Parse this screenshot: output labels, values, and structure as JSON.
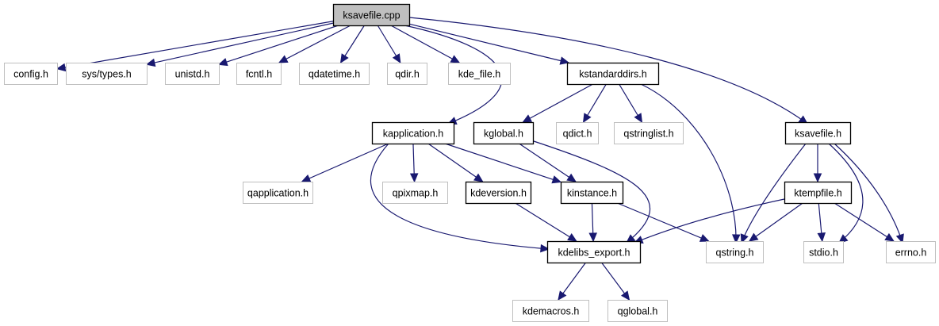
{
  "diagram": {
    "title": "ksavefile.cpp include dependency graph",
    "colors": {
      "edge": "#191970",
      "root_fill": "#bfbfbf",
      "root_border": "#000000",
      "documented_border": "#000000",
      "external_border": "#bfbfbf",
      "node_fill": "#ffffff"
    },
    "nodes": [
      {
        "id": "ksavefile_cpp",
        "label": "ksavefile.cpp",
        "kind": "root"
      },
      {
        "id": "config_h",
        "label": "config.h",
        "kind": "external"
      },
      {
        "id": "sys_types_h",
        "label": "sys/types.h",
        "kind": "external"
      },
      {
        "id": "unistd_h",
        "label": "unistd.h",
        "kind": "external"
      },
      {
        "id": "fcntl_h",
        "label": "fcntl.h",
        "kind": "external"
      },
      {
        "id": "qdatetime_h",
        "label": "qdatetime.h",
        "kind": "external"
      },
      {
        "id": "qdir_h",
        "label": "qdir.h",
        "kind": "external"
      },
      {
        "id": "kde_file_h",
        "label": "kde_file.h",
        "kind": "external"
      },
      {
        "id": "kstandarddirs_h",
        "label": "kstandarddirs.h",
        "kind": "documented"
      },
      {
        "id": "kapplication_h",
        "label": "kapplication.h",
        "kind": "documented"
      },
      {
        "id": "kglobal_h",
        "label": "kglobal.h",
        "kind": "documented"
      },
      {
        "id": "qdict_h",
        "label": "qdict.h",
        "kind": "external"
      },
      {
        "id": "qstringlist_h",
        "label": "qstringlist.h",
        "kind": "external"
      },
      {
        "id": "ksavefile_h",
        "label": "ksavefile.h",
        "kind": "documented"
      },
      {
        "id": "qapplication_h",
        "label": "qapplication.h",
        "kind": "external"
      },
      {
        "id": "qpixmap_h",
        "label": "qpixmap.h",
        "kind": "external"
      },
      {
        "id": "kdeversion_h",
        "label": "kdeversion.h",
        "kind": "documented"
      },
      {
        "id": "kinstance_h",
        "label": "kinstance.h",
        "kind": "documented"
      },
      {
        "id": "ktempfile_h",
        "label": "ktempfile.h",
        "kind": "documented"
      },
      {
        "id": "kdelibs_export_h",
        "label": "kdelibs_export.h",
        "kind": "documented"
      },
      {
        "id": "qstring_h",
        "label": "qstring.h",
        "kind": "external"
      },
      {
        "id": "stdio_h",
        "label": "stdio.h",
        "kind": "external"
      },
      {
        "id": "errno_h",
        "label": "errno.h",
        "kind": "external"
      },
      {
        "id": "kdemacros_h",
        "label": "kdemacros.h",
        "kind": "external"
      },
      {
        "id": "qglobal_h",
        "label": "qglobal.h",
        "kind": "external"
      }
    ],
    "edges": [
      {
        "from": "ksavefile_cpp",
        "to": "config_h"
      },
      {
        "from": "ksavefile_cpp",
        "to": "sys_types_h"
      },
      {
        "from": "ksavefile_cpp",
        "to": "unistd_h"
      },
      {
        "from": "ksavefile_cpp",
        "to": "fcntl_h"
      },
      {
        "from": "ksavefile_cpp",
        "to": "qdatetime_h"
      },
      {
        "from": "ksavefile_cpp",
        "to": "qdir_h"
      },
      {
        "from": "ksavefile_cpp",
        "to": "kde_file_h"
      },
      {
        "from": "ksavefile_cpp",
        "to": "kapplication_h"
      },
      {
        "from": "ksavefile_cpp",
        "to": "kstandarddirs_h"
      },
      {
        "from": "ksavefile_cpp",
        "to": "ksavefile_h"
      },
      {
        "from": "kstandarddirs_h",
        "to": "kglobal_h"
      },
      {
        "from": "kstandarddirs_h",
        "to": "qdict_h"
      },
      {
        "from": "kstandarddirs_h",
        "to": "qstringlist_h"
      },
      {
        "from": "kstandarddirs_h",
        "to": "qstring_h"
      },
      {
        "from": "kapplication_h",
        "to": "qapplication_h"
      },
      {
        "from": "kapplication_h",
        "to": "qpixmap_h"
      },
      {
        "from": "kapplication_h",
        "to": "kdeversion_h"
      },
      {
        "from": "kapplication_h",
        "to": "kinstance_h"
      },
      {
        "from": "kapplication_h",
        "to": "kdelibs_export_h"
      },
      {
        "from": "kglobal_h",
        "to": "kinstance_h"
      },
      {
        "from": "kglobal_h",
        "to": "kdelibs_export_h"
      },
      {
        "from": "kdeversion_h",
        "to": "kdelibs_export_h"
      },
      {
        "from": "kinstance_h",
        "to": "kdelibs_export_h"
      },
      {
        "from": "kinstance_h",
        "to": "qstring_h"
      },
      {
        "from": "ksavefile_h",
        "to": "qstring_h"
      },
      {
        "from": "ksavefile_h",
        "to": "ktempfile_h"
      },
      {
        "from": "ksavefile_h",
        "to": "stdio_h"
      },
      {
        "from": "ksavefile_h",
        "to": "errno_h"
      },
      {
        "from": "ktempfile_h",
        "to": "kdelibs_export_h"
      },
      {
        "from": "ktempfile_h",
        "to": "qstring_h"
      },
      {
        "from": "ktempfile_h",
        "to": "stdio_h"
      },
      {
        "from": "ktempfile_h",
        "to": "errno_h"
      },
      {
        "from": "kdelibs_export_h",
        "to": "kdemacros_h"
      },
      {
        "from": "kdelibs_export_h",
        "to": "qglobal_h"
      }
    ]
  }
}
